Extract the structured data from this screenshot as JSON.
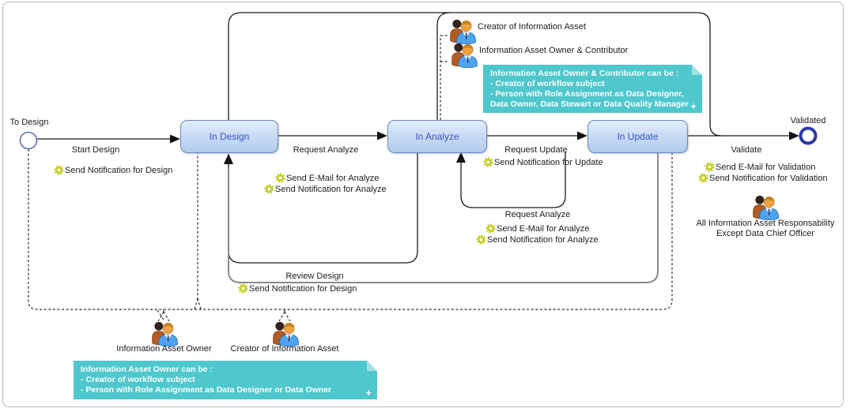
{
  "start_node": {
    "label": "To Design"
  },
  "end_node": {
    "label": "Validated"
  },
  "states": {
    "design": {
      "label": "In Design"
    },
    "analyze": {
      "label": "In Analyze"
    },
    "update": {
      "label": "In Update"
    }
  },
  "transitions": {
    "start_design": {
      "label": "Start Design",
      "actions": [
        "Send Notification for Design"
      ]
    },
    "request_analyze": {
      "label": "Request Analyze",
      "actions": [
        "Send E-Mail for Analyze",
        "Send Notification for Analyze"
      ]
    },
    "request_update": {
      "label": "Request Update",
      "actions": [
        "Send Notification for Update"
      ]
    },
    "validate": {
      "label": "Validate",
      "actions": [
        "Send E-Mail for Validation",
        "Send Notification for Validation"
      ]
    },
    "request_analyze_loop": {
      "label": "Request Analyze",
      "actions": [
        "Send E-Mail for Analyze",
        "Send Notification for Analyze"
      ]
    },
    "review_design": {
      "label": "Review Design",
      "actions": [
        "Send Notification for Design"
      ]
    }
  },
  "actors": {
    "creator_top": {
      "label": "Creator of Information Asset"
    },
    "owner_contributor": {
      "label": "Information Asset Owner & Contributor"
    },
    "owner_bottom": {
      "label": "Information Asset Owner"
    },
    "creator_bottom": {
      "label": "Creator of Information Asset"
    },
    "validator": {
      "line1": "All Information Asset Responsability",
      "line2": "Except Data Chief Officer"
    }
  },
  "notes": {
    "owner_contributor_note": {
      "lines": [
        "Information Asset Owner & Contributor can be :",
        "- Creator of workflow subject",
        "- Person with Role Assignment as Data Designer,",
        "Data Owner, Data Stewart or Data Quality Manager"
      ],
      "expand_label": "+"
    },
    "owner_note": {
      "lines": [
        "Information Asset Owner can be :",
        "- Creator of workflow subject",
        "- Person with Role Assignment as Data Designer or Data Owner"
      ],
      "expand_label": "+"
    }
  },
  "colors": {
    "state_fill_top": "#dce9f9",
    "state_fill_bottom": "#b2cbec",
    "state_border": "#6889bd",
    "state_text": "#3a53c4",
    "note_background": "#4ec7cd",
    "gear_icon": "#bfcb15",
    "start_node_ring": "#6470b4",
    "end_node_ring": "#2a3aa8",
    "connector": "#1a1a1a"
  }
}
